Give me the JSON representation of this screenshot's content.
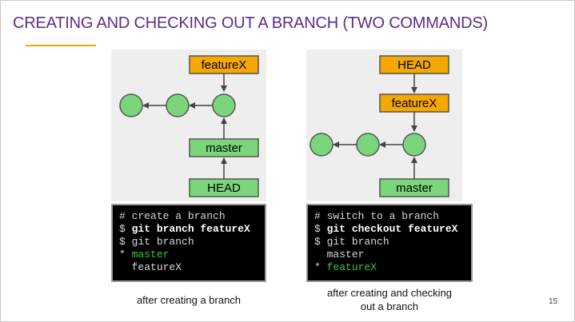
{
  "slide": {
    "title": "CREATING AND CHECKING OUT A BRANCH (TWO COMMANDS)",
    "page_number": "15"
  },
  "colors": {
    "title": "#5b2d86",
    "accent_underline": "#f2a900",
    "branch_box_orange": "#f5a800",
    "branch_box_green": "#7bd67b",
    "commit_node": "#7bd67b",
    "terminal_green": "#3ec63e"
  },
  "left_diagram": {
    "featurex_label": "featureX",
    "master_label": "master",
    "head_label": "HEAD"
  },
  "right_diagram": {
    "head_label": "HEAD",
    "featurex_label": "featureX",
    "master_label": "master"
  },
  "left_terminal": {
    "lines": [
      {
        "prefix": "# ",
        "text": "create a branch",
        "style": "normal"
      },
      {
        "prefix": "$ ",
        "text": "git branch featureX",
        "style": "bold"
      },
      {
        "prefix": "$ ",
        "text": "git branch",
        "style": "normal"
      },
      {
        "prefix": "* ",
        "text": "master",
        "style": "green"
      },
      {
        "prefix": "  ",
        "text": "featureX",
        "style": "normal"
      }
    ]
  },
  "right_terminal": {
    "lines": [
      {
        "prefix": "# ",
        "text": "switch to a branch",
        "style": "normal"
      },
      {
        "prefix": "$ ",
        "text": "git checkout featureX",
        "style": "bold"
      },
      {
        "prefix": "$ ",
        "text": "git branch",
        "style": "normal"
      },
      {
        "prefix": "  ",
        "text": "master",
        "style": "normal"
      },
      {
        "prefix": "* ",
        "text": "featureX",
        "style": "green"
      }
    ]
  },
  "captions": {
    "left": "after creating a branch",
    "right_line1": "after creating and checking",
    "right_line2": "out a branch"
  }
}
